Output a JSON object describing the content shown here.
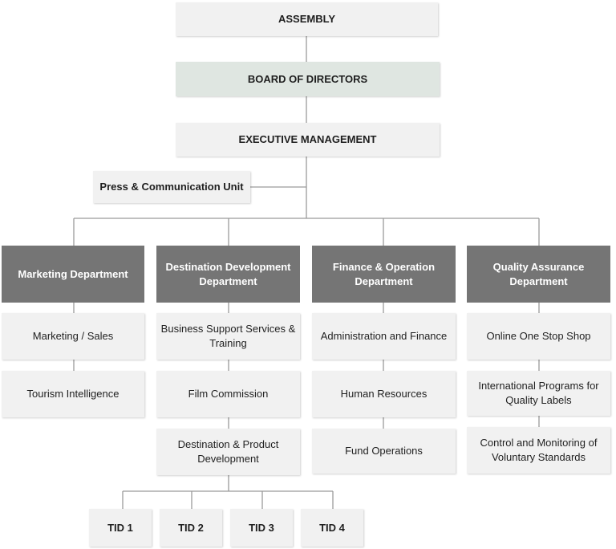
{
  "top": {
    "assembly": "ASSEMBLY",
    "board": "BOARD OF DIRECTORS",
    "executive": "EXECUTIVE MANAGEMENT",
    "press": "Press & Communication Unit"
  },
  "departments": [
    {
      "name": "Marketing Department",
      "units": [
        "Marketing / Sales",
        "Tourism Intelligence"
      ]
    },
    {
      "name": "Destination Development Department",
      "units": [
        "Business Support Services & Training",
        "Film Commission",
        "Destination & Product Development"
      ]
    },
    {
      "name": "Finance & Operation Department",
      "units": [
        "Administration and Finance",
        "Human Resources",
        "Fund Operations"
      ]
    },
    {
      "name": "Quality Assurance Department",
      "units": [
        "Online One Stop Shop",
        "International Programs for Quality Labels",
        "Control and Monitoring of Voluntary Standards"
      ]
    }
  ],
  "tids": [
    "TID 1",
    "TID 2",
    "TID 3",
    "TID 4"
  ],
  "colors": {
    "line": "#9a9a9a",
    "dept_header": "#757575",
    "box": "#f1f1f1",
    "board": "#dfe6e1"
  }
}
